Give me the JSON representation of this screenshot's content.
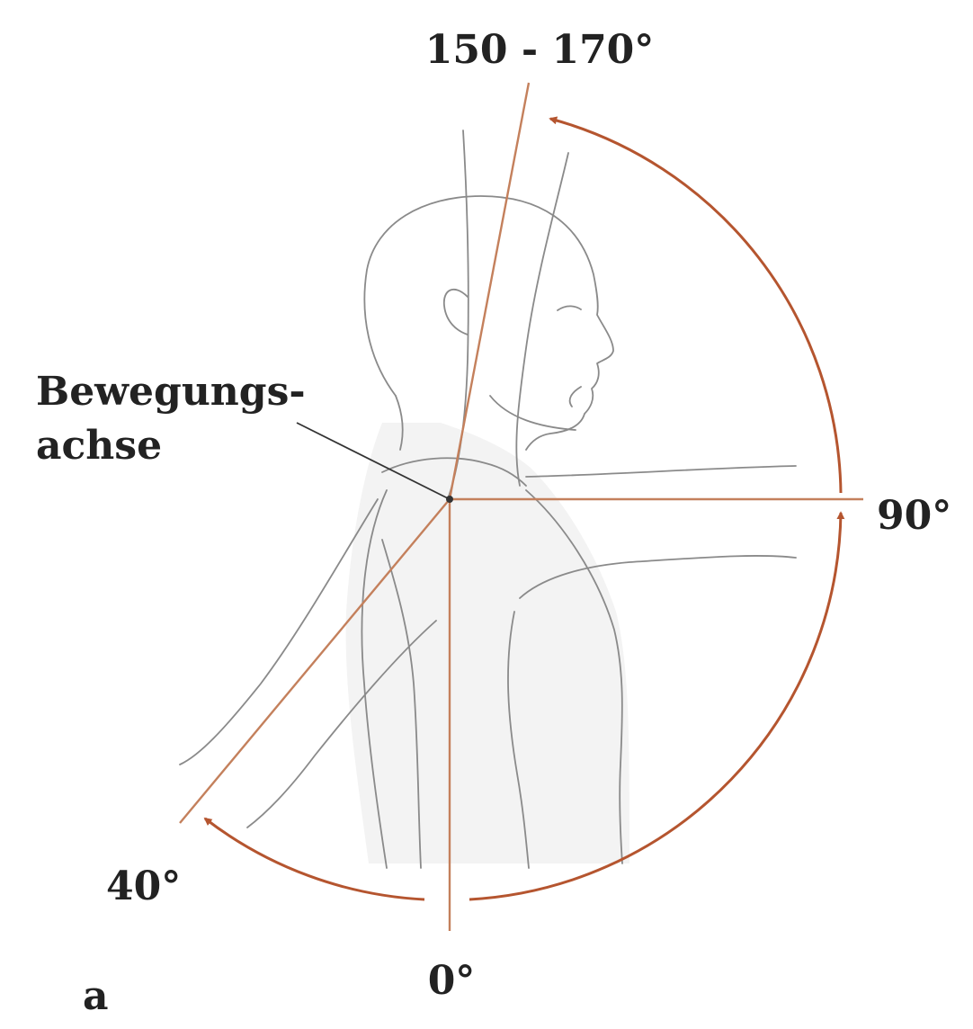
{
  "diagram": {
    "labels": {
      "top_angle": "150 - 170°",
      "right_angle": "90°",
      "left_angle": "40°",
      "bottom_angle": "0°",
      "axis_label_line1": "Bewegungs-",
      "axis_label_line2": "achse",
      "panel_letter": "a"
    },
    "colors": {
      "accent": "#b5552f",
      "axis_line": "#c4805c",
      "figure_outline": "#8a8a8a",
      "text": "#222222"
    }
  }
}
